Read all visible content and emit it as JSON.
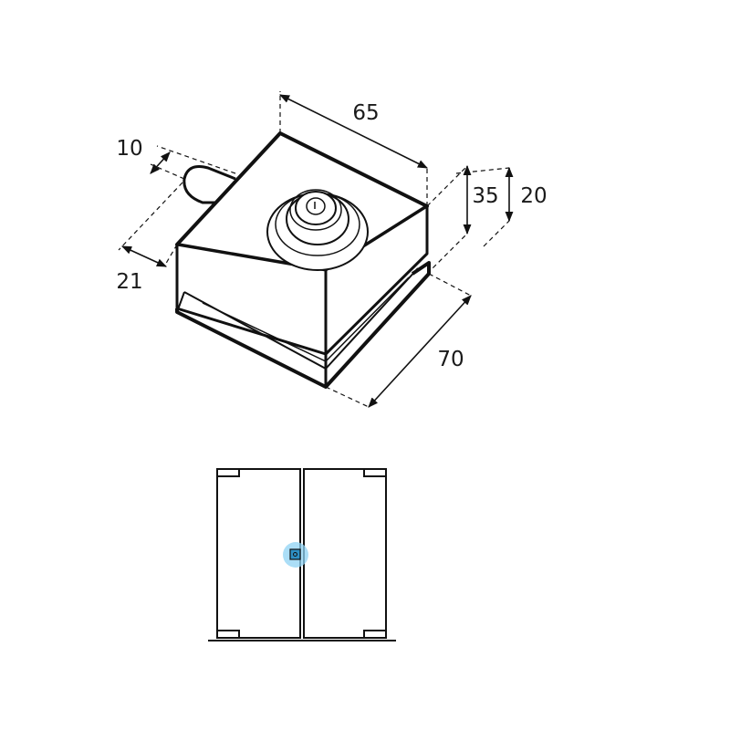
{
  "dimensions": {
    "width": "65",
    "clamp_depth": "10",
    "base_offset": "21",
    "height_total": "35",
    "height_body": "20",
    "length": "70"
  },
  "icons": {
    "lock": "key-lock-icon",
    "door": "glass-door-icon"
  },
  "colors": {
    "stroke": "#111111",
    "highlight": "#8fd3f4",
    "highlight_core": "#2e8fc4"
  }
}
